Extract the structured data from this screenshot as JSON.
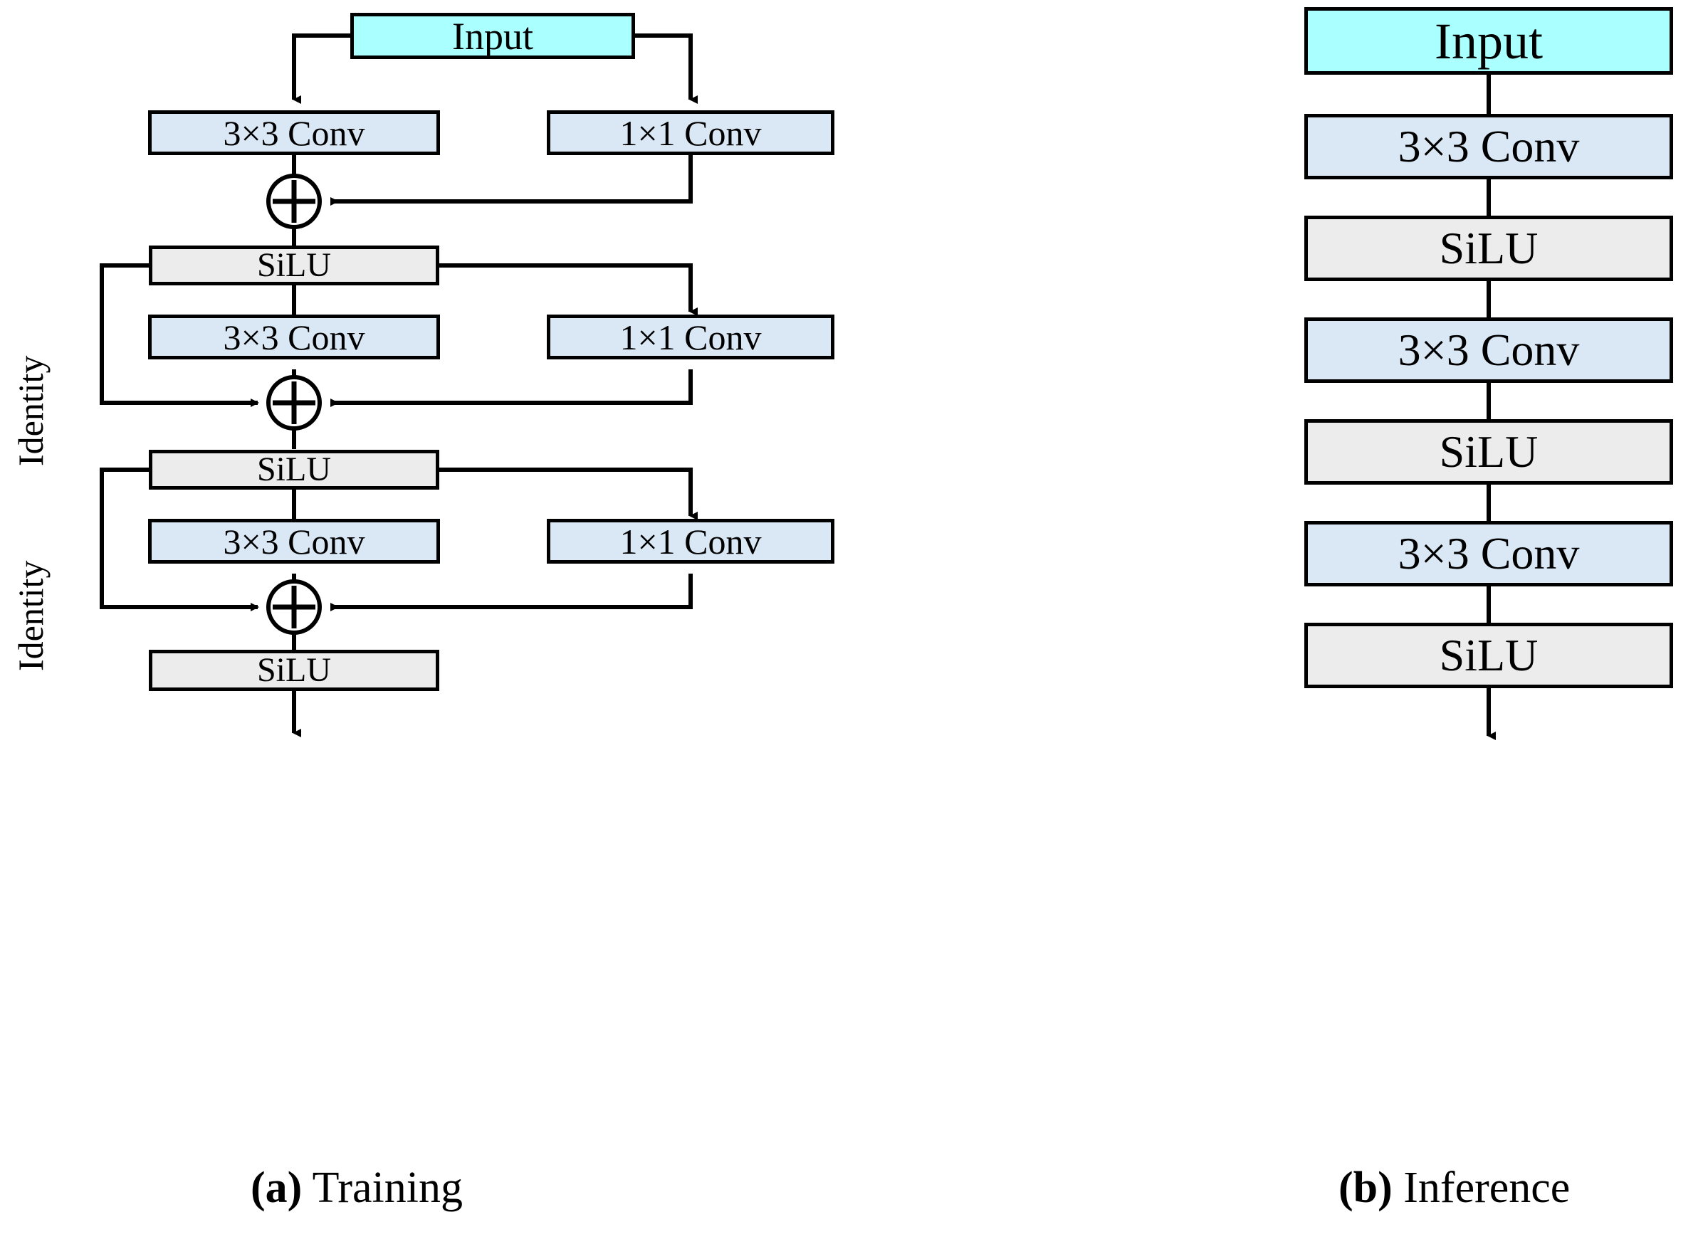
{
  "figure": {
    "title": "RepVGG-style block: training-time multi-branch vs inference-time plain stack",
    "colors": {
      "input_fill": "#aaffff",
      "conv_fill": "#dae8f5",
      "activation_fill": "#ececec",
      "stroke": "#000000",
      "background": "#ffffff"
    }
  },
  "panel_a": {
    "caption_tag": "(a)",
    "caption_text": " Training",
    "identity_labels": [
      {
        "text": "Identity"
      },
      {
        "text": "Identity"
      }
    ],
    "nodes": [
      {
        "id": "a-input",
        "label": "Input",
        "kind": "input"
      },
      {
        "id": "a-conv3-1",
        "label": "3×3 Conv",
        "kind": "conv"
      },
      {
        "id": "a-conv1-1",
        "label": "1×1 Conv",
        "kind": "conv"
      },
      {
        "id": "a-add-1",
        "label": "+",
        "kind": "add"
      },
      {
        "id": "a-silu-1",
        "label": "SiLU",
        "kind": "activation"
      },
      {
        "id": "a-conv3-2",
        "label": "3×3 Conv",
        "kind": "conv"
      },
      {
        "id": "a-conv1-2",
        "label": "1×1 Conv",
        "kind": "conv"
      },
      {
        "id": "a-add-2",
        "label": "+",
        "kind": "add"
      },
      {
        "id": "a-silu-2",
        "label": "SiLU",
        "kind": "activation"
      },
      {
        "id": "a-conv3-3",
        "label": "3×3 Conv",
        "kind": "conv"
      },
      {
        "id": "a-conv1-3",
        "label": "1×1 Conv",
        "kind": "conv"
      },
      {
        "id": "a-add-3",
        "label": "+",
        "kind": "add"
      },
      {
        "id": "a-silu-3",
        "label": "SiLU",
        "kind": "activation"
      }
    ]
  },
  "panel_b": {
    "caption_tag": "(b)",
    "caption_text": " Inference",
    "nodes": [
      {
        "id": "b-input",
        "label": "Input",
        "kind": "input"
      },
      {
        "id": "b-conv-1",
        "label": "3×3 Conv",
        "kind": "conv"
      },
      {
        "id": "b-silu-1",
        "label": "SiLU",
        "kind": "activation"
      },
      {
        "id": "b-conv-2",
        "label": "3×3 Conv",
        "kind": "conv"
      },
      {
        "id": "b-silu-2",
        "label": "SiLU",
        "kind": "activation"
      },
      {
        "id": "b-conv-3",
        "label": "3×3 Conv",
        "kind": "conv"
      },
      {
        "id": "b-silu-3",
        "label": "SiLU",
        "kind": "activation"
      }
    ]
  }
}
